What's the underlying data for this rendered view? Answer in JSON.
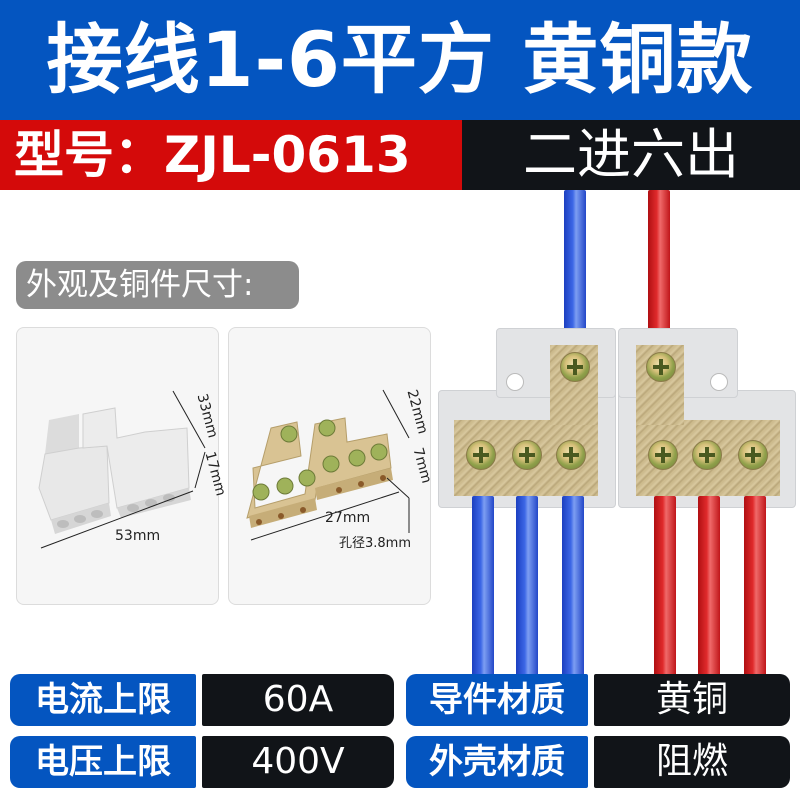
{
  "header": {
    "title": "接线1-6平方 黄铜款",
    "model_label": "型号：ZJL-0613",
    "io_config": "二进六出",
    "colors": {
      "title_bg": "#0455c0",
      "model_bg": "#d40a0a",
      "io_bg": "#111418"
    }
  },
  "dimensions_section": {
    "label": "外观及铜件尺寸:",
    "housing_card": {
      "dims": {
        "length": "53mm",
        "depth": "33mm",
        "height": "17mm"
      }
    },
    "copper_card": {
      "dims": {
        "length": "27mm",
        "depth": "22mm",
        "height": "7mm",
        "hole": "孔径3.8mm"
      }
    }
  },
  "product_photo": {
    "inputs": {
      "blue": 1,
      "red": 1
    },
    "outputs": {
      "blue": 3,
      "red": 3
    },
    "wire_colors": {
      "blue": "#2a52d6",
      "red": "#d81e22"
    }
  },
  "specs": [
    {
      "label": "电流上限",
      "value": "60A"
    },
    {
      "label": "导件材质",
      "value": "黄铜"
    },
    {
      "label": "电压上限",
      "value": "400V"
    },
    {
      "label": "外壳材质",
      "value": "阻燃"
    }
  ]
}
